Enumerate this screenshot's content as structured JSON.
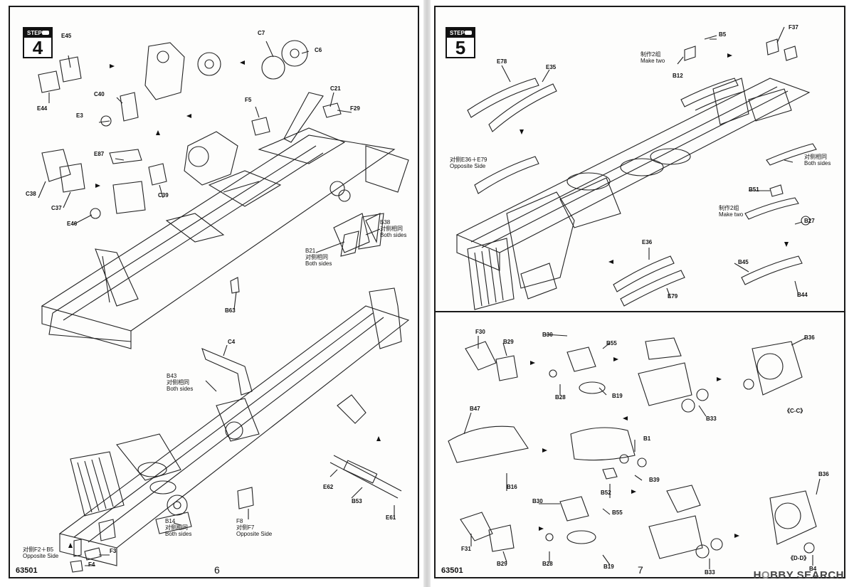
{
  "left": {
    "step_label": "STEP",
    "step_number": "4",
    "page_number": "6",
    "catalog": "63501",
    "parts": [
      "E45",
      "E44",
      "C40",
      "E3",
      "C7",
      "C6",
      "F5",
      "C21",
      "F29",
      "E87",
      "C38",
      "C37",
      "C39",
      "E46",
      "B38",
      "B21",
      "B63",
      "C4",
      "B43",
      "E62",
      "B53",
      "E61",
      "B14",
      "F8",
      "F3",
      "F4"
    ],
    "notes": {
      "b38": [
        "B38",
        "对侧相同",
        "Both sides"
      ],
      "b21": [
        "B21",
        "对侧相同",
        "Both sides"
      ],
      "b43": [
        "B43",
        "对侧相同",
        "Both sides"
      ],
      "b14": [
        "B14",
        "对侧相同",
        "Both sides"
      ],
      "f8": [
        "F8",
        "对侧F7",
        "Opposite Side"
      ],
      "f2": [
        "对侧F2＋B5",
        "Opposite Side"
      ]
    }
  },
  "right": {
    "step_label": "STEP",
    "step_number": "5",
    "page_number": "7",
    "catalog": "63501",
    "parts": [
      "B5",
      "F37",
      "B12",
      "E78",
      "E35",
      "B51",
      "B27",
      "E36",
      "E79",
      "B45",
      "B44",
      "F30",
      "B29",
      "B30",
      "B55",
      "B36",
      "B28",
      "B19",
      "B33",
      "B47",
      "B1",
      "B16",
      "B52",
      "B39",
      "F31"
    ],
    "notes": {
      "make_two_1": [
        "制作2组",
        "Make two"
      ],
      "make_two_2": [
        "制作2组",
        "Make two"
      ],
      "both_sides": [
        "对侧相同",
        "Both sides"
      ],
      "opposite_e36": [
        "对侧E36＋E79",
        "Opposite Side"
      ]
    },
    "section_cc": "《C-C》",
    "section_dd": "《D-D》",
    "b4": "B4"
  },
  "watermark": {
    "brand": "H",
    "rest": "BBY SEARCH",
    "mark": "O"
  }
}
